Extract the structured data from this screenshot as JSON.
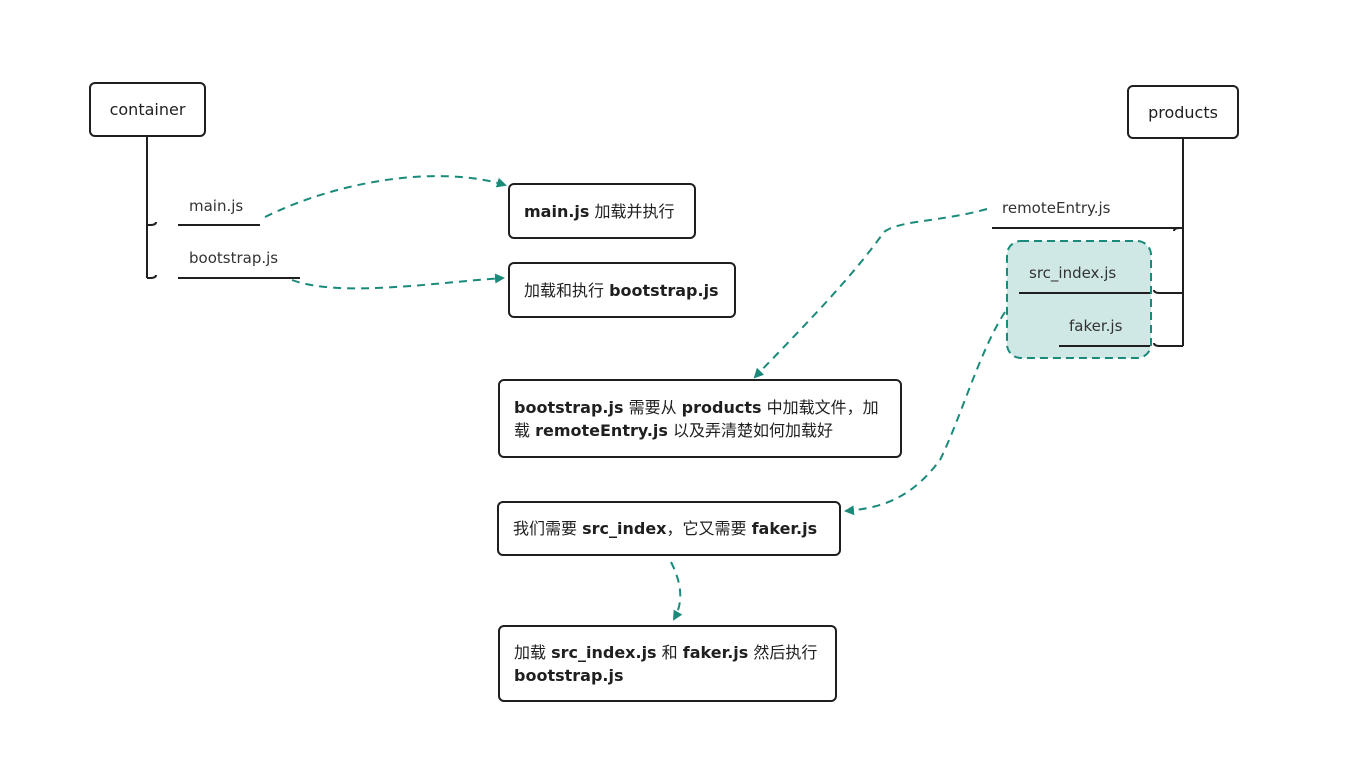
{
  "colors": {
    "accent": "#1a8a7a",
    "highlight_fill": "#cfe8e5",
    "stroke": "#1f1f1f"
  },
  "left": {
    "root": "container",
    "files": [
      "main.js",
      "bootstrap.js"
    ]
  },
  "right": {
    "root": "products",
    "files": [
      "remoteEntry.js",
      "src_index.js",
      "faker.js"
    ]
  },
  "notes": {
    "n1": {
      "b1": "main.js",
      "t1": " 加载并执行"
    },
    "n2": {
      "t1": "加载和执行 ",
      "b1": "bootstrap.js"
    },
    "n3": {
      "b1": "bootstrap.js",
      "t1": " 需要从 ",
      "b2": "products",
      "t2": " 中加载文件，加",
      "t3": "载 ",
      "b3": "remoteEntry.js",
      "t4": " 以及弄清楚如何加载好"
    },
    "n4": {
      "t1": "我们需要 ",
      "b1": "src_index",
      "t2": "，它又需要 ",
      "b2": "faker.js"
    },
    "n5": {
      "t1": "加载 ",
      "b1": "src_index.js",
      "t2": " 和 ",
      "b2": "faker.js",
      "t3": " 然后执行",
      "b3": "bootstrap.js"
    }
  }
}
